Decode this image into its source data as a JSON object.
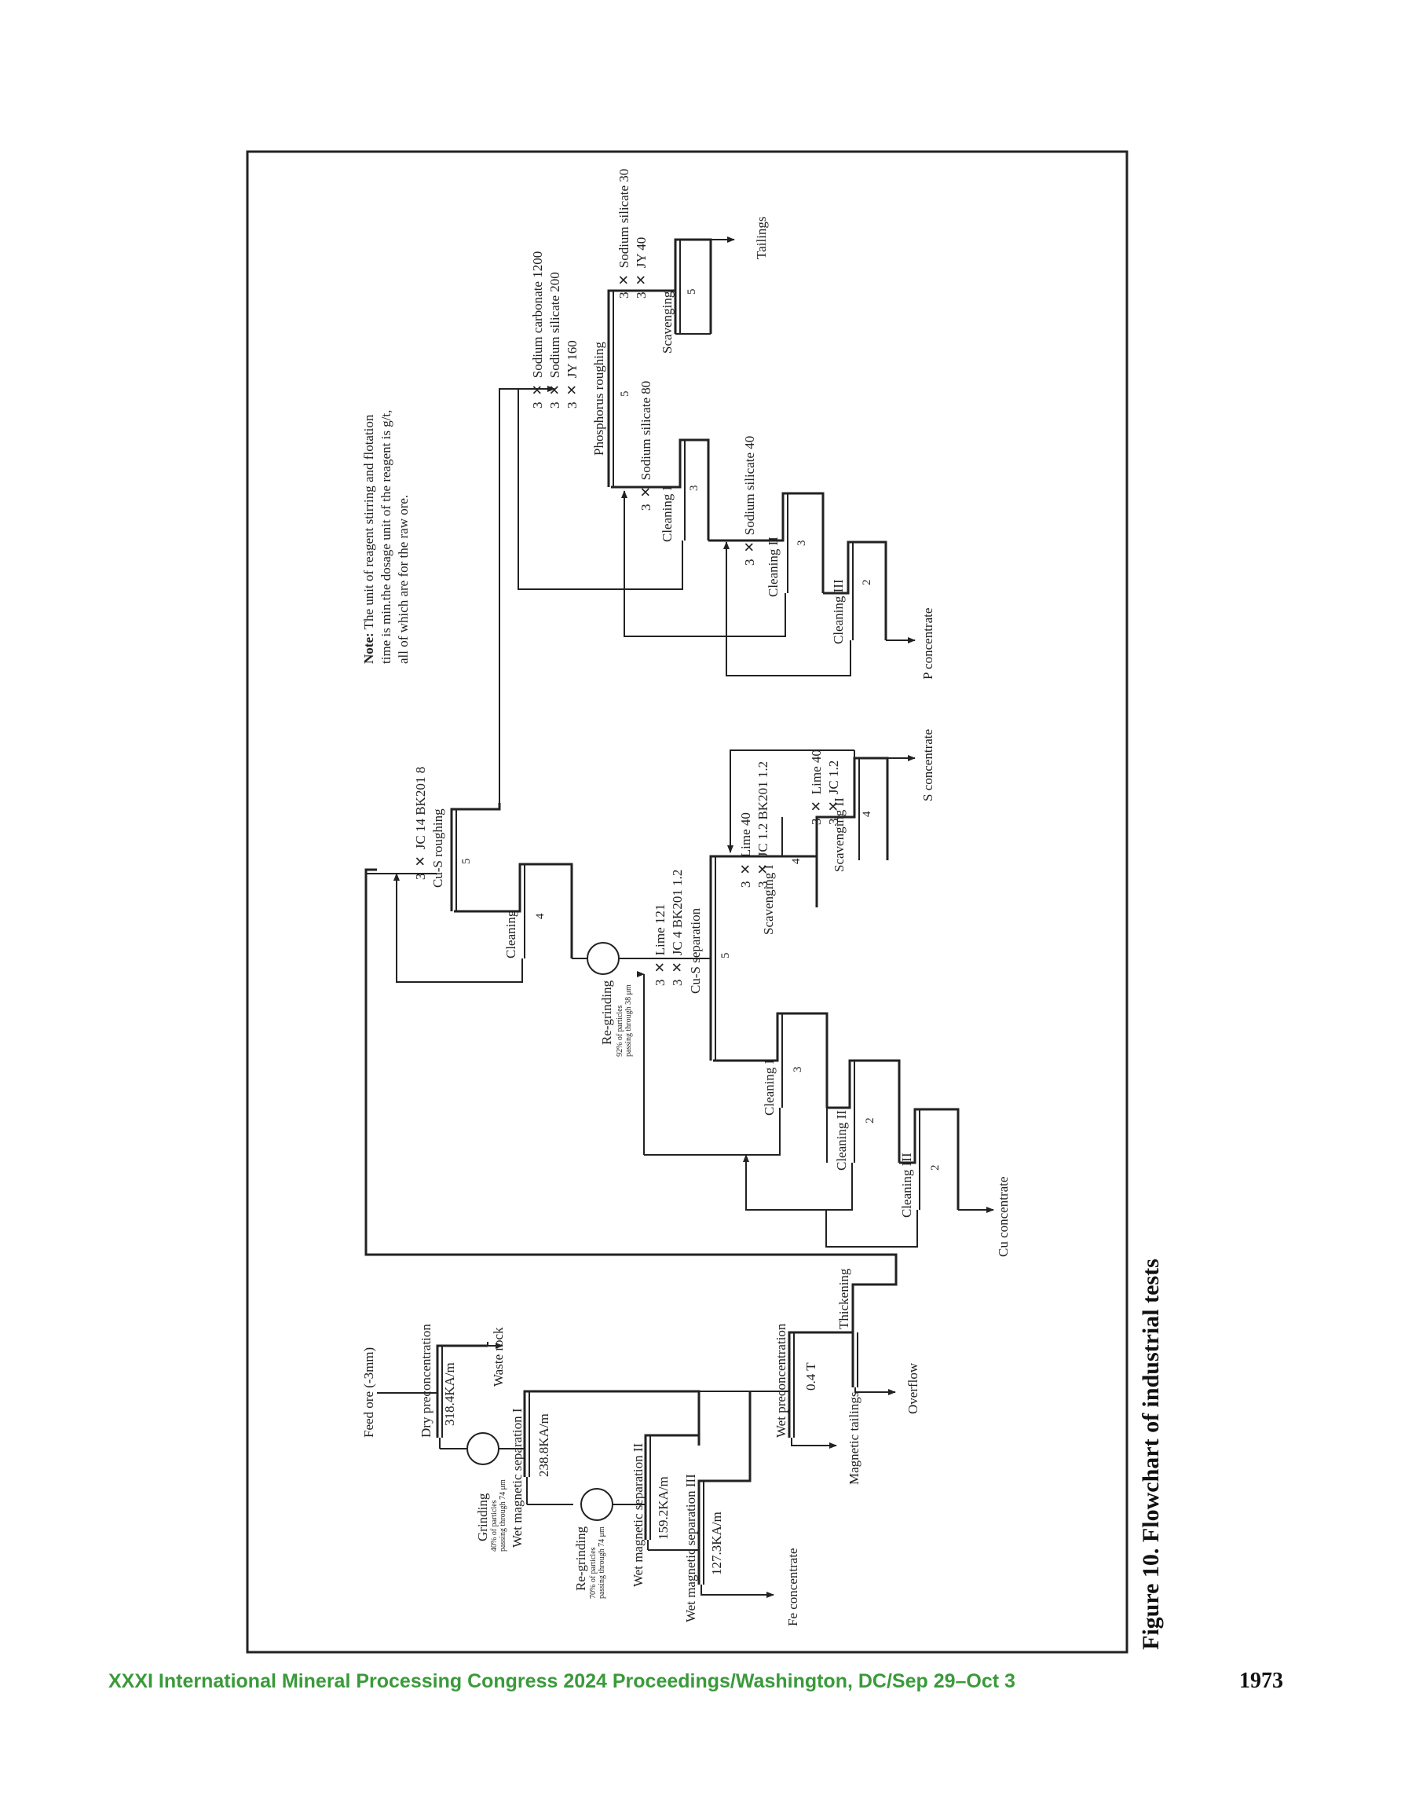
{
  "figure": {
    "caption": "Figure 10. Flowchart of industrial tests",
    "note_bold": "Note:",
    "note_line1": " The unit of reagent stirring and flotation",
    "note_line2": "time is min.the dosage unit of the reagent is g/t,",
    "note_line3": "all of which are for the raw ore."
  },
  "iron_circuit": {
    "feed": "Feed ore (-3mm)",
    "dry_pre": "Dry preconcentration",
    "dry_field": "318.4KA/m",
    "waste_rock": "Waste rock",
    "grinding": "Grinding",
    "grinding_note1": "40% of particles",
    "grinding_note2": "passing through 74 μm",
    "wms1": "Wet magnetic separation  I",
    "wms1_field": "238.8KA/m",
    "regrinding": "Re-grinding",
    "regrinding_note1": "70% of particles",
    "regrinding_note2": "passing through 74 μm",
    "wms2": "Wet magnetic separation  II",
    "wms2_field": "159.2KA/m",
    "wms3": "Wet magnetic separation  III",
    "wms3_field": "127.3KA/m",
    "fe_concentrate": "Fe concentrate",
    "wet_pre": "Wet  preconcentration",
    "wet_field": "0.4 T",
    "magnetic_tailings": "Magnetic tailings",
    "thickening": "Thickening",
    "overflow": "Overflow"
  },
  "sulfide_circuit": {
    "cus_roughing": "Cu-S roughing",
    "cus_roughing_reagents": "JC 14  BK201 8",
    "cus_roughing_time": "5",
    "cleaning": "Cleaning",
    "cleaning_time": "4",
    "regrinding": "Re-grinding",
    "regrinding_note1": "92% of particles",
    "regrinding_note2": "passing through 38 μm",
    "sep_r1": "Lime 121",
    "sep_r2": "JC 4  BK201 1.2",
    "cus_separation": "Cu-S separation",
    "sep_time": "5",
    "cl1": "Cleaning   I",
    "cl1_time": "3",
    "cl2": "Cleaning   II",
    "cl2_time": "2",
    "cl3": "Cleaning   III",
    "cl3_time": "2",
    "cu_concentrate": "Cu concentrate",
    "scav1_r1": "Lime 40",
    "scav1_r2": "JC 1.2  BK201 1.2",
    "scav1": "Scavenging I",
    "scav1_time": "4",
    "scav2_r1": "Lime 40",
    "scav2_r2": "JC 1.2",
    "scav2": "Scavenging II",
    "scav2_time": "4",
    "s_concentrate": "S concentrate",
    "stir": "3"
  },
  "phosphorus_circuit": {
    "rough_r1": "Sodium carbonate  1200",
    "rough_r2": "Sodium silicate  200",
    "rough_r3": "JY  160",
    "roughing": "Phosphorus  roughing",
    "rough_time": "5",
    "scav_r1": "Sodium silicate  30",
    "scav_r2": "JY  40",
    "scavenging": "Scavenging",
    "scav_time": "5",
    "tailings": "Tailings",
    "cl1_r": "Sodium silicate  80",
    "cl1": "Cleaning   I",
    "cl1_time": "3",
    "cl2_r": "Sodium silicate  40",
    "cl2": "Cleaning   II",
    "cl2_time": "3",
    "cl3": "Cleaning   III",
    "cl3_time": "2",
    "p_concentrate": "P concentrate",
    "stir": "3"
  },
  "footer": {
    "text": "XXXI International Mineral Processing Congress 2024 Proceedings/Washington, DC/Sep 29–Oct 3",
    "page": "1973"
  }
}
